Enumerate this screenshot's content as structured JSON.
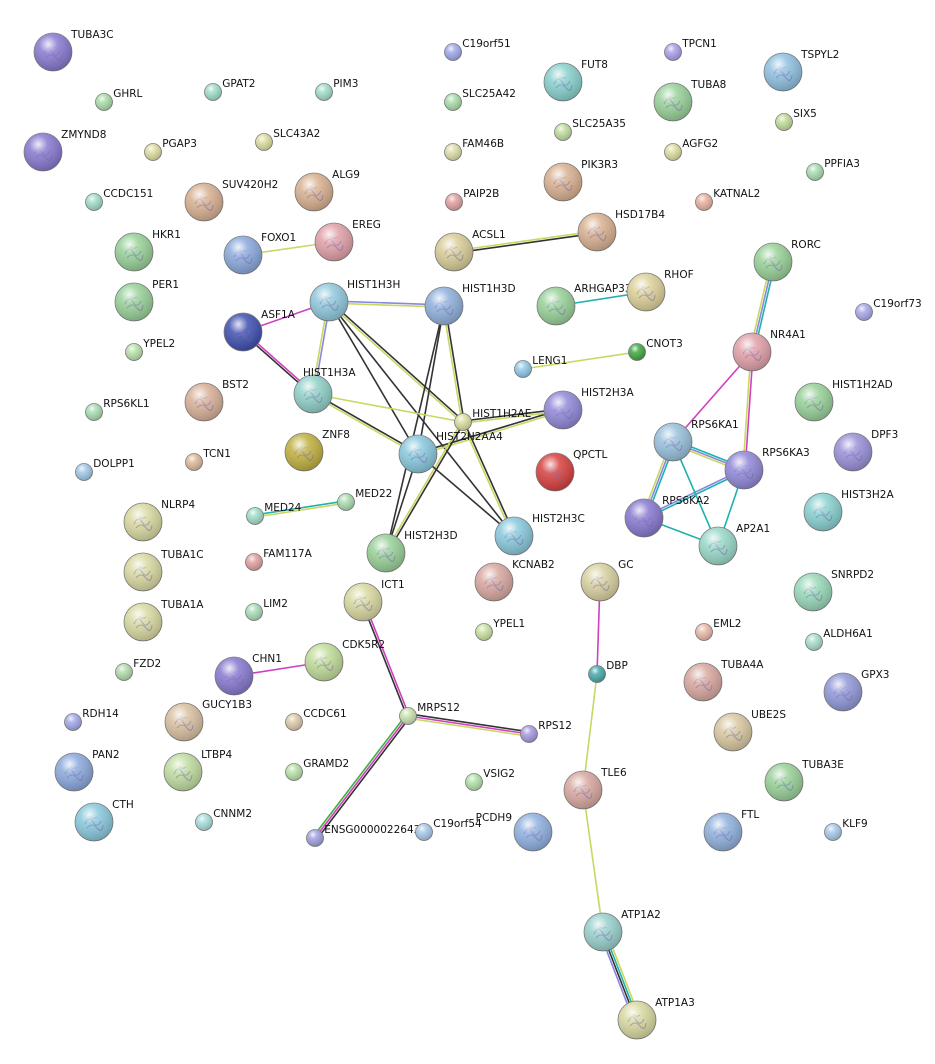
{
  "nodes": [
    {
      "id": "TUBA3C",
      "color": "#8878d0",
      "big": true
    },
    {
      "id": "GHRL",
      "color": "#a8dca8",
      "big": false
    },
    {
      "id": "GPAT2",
      "color": "#a0dcc8",
      "big": false
    },
    {
      "id": "PIM3",
      "color": "#a0dcc8",
      "big": false
    },
    {
      "id": "C19orf51",
      "color": "#a0a8e8",
      "big": false
    },
    {
      "id": "TPCN1",
      "color": "#a8a0e8",
      "big": false
    },
    {
      "id": "FUT8",
      "color": "#88d0cc",
      "big": true
    },
    {
      "id": "TSPYL2",
      "color": "#90c0e0",
      "big": true
    },
    {
      "id": "TUBA8",
      "color": "#98d098",
      "big": true
    },
    {
      "id": "SLC25A42",
      "color": "#a8dca8",
      "big": false
    },
    {
      "id": "SIX5",
      "color": "#c0dc98",
      "big": false
    },
    {
      "id": "ZMYND8",
      "color": "#8878d0",
      "big": true
    },
    {
      "id": "PGAP3",
      "color": "#dcdca0",
      "big": false
    },
    {
      "id": "SLC43A2",
      "color": "#dcdca0",
      "big": false
    },
    {
      "id": "FAM46B",
      "color": "#dcdca8",
      "big": false
    },
    {
      "id": "SLC25A35",
      "color": "#c0dca0",
      "big": false
    },
    {
      "id": "AGFG2",
      "color": "#dcdca0",
      "big": false
    },
    {
      "id": "PPFIA3",
      "color": "#a8dcb0",
      "big": false
    },
    {
      "id": "CCDC151",
      "color": "#a0dcc8",
      "big": false
    },
    {
      "id": "SUV420H2",
      "color": "#d8b090",
      "big": true
    },
    {
      "id": "ALG9",
      "color": "#d8b090",
      "big": true
    },
    {
      "id": "PAIP2B",
      "color": "#e0a0a0",
      "big": false
    },
    {
      "id": "PIK3R3",
      "color": "#d8b090",
      "big": true
    },
    {
      "id": "KATNAL2",
      "color": "#e8b0a0",
      "big": false
    },
    {
      "id": "HSD17B4",
      "color": "#d8b090",
      "big": true
    },
    {
      "id": "HKR1",
      "color": "#98d098",
      "big": true
    },
    {
      "id": "FOXO1",
      "color": "#8aa8dc",
      "big": true
    },
    {
      "id": "EREG",
      "color": "#e0a0a8",
      "big": true
    },
    {
      "id": "ACSL1",
      "color": "#d8cc98",
      "big": true
    },
    {
      "id": "RORC",
      "color": "#98d098",
      "big": true
    },
    {
      "id": "PER1",
      "color": "#98d098",
      "big": true
    },
    {
      "id": "HIST1H3H",
      "color": "#90c8dc",
      "big": true
    },
    {
      "id": "HIST1H3D",
      "color": "#90b0dc",
      "big": true
    },
    {
      "id": "ARHGAP33",
      "color": "#98d098",
      "big": true
    },
    {
      "id": "RHOF",
      "color": "#dcd098",
      "big": true
    },
    {
      "id": "C19orf73",
      "color": "#a8a8e8",
      "big": false
    },
    {
      "id": "ASF1A",
      "color": "#4050b0",
      "big": true
    },
    {
      "id": "YPEL2",
      "color": "#b8e0a8",
      "big": false
    },
    {
      "id": "CNOT3",
      "color": "#40a840",
      "big": false
    },
    {
      "id": "NR4A1",
      "color": "#e0a0a8",
      "big": true
    },
    {
      "id": "LENG1",
      "color": "#90c8e8",
      "big": false
    },
    {
      "id": "HIST1H3A",
      "color": "#90d0c8",
      "big": true
    },
    {
      "id": "BST2",
      "color": "#d8b098",
      "big": true
    },
    {
      "id": "HIST2H3A",
      "color": "#9088d8",
      "big": true
    },
    {
      "id": "HIST1H2AE",
      "color": "#dcdca0",
      "big": false
    },
    {
      "id": "HIST1H2AD",
      "color": "#98d098",
      "big": true
    },
    {
      "id": "RPS6KL1",
      "color": "#a8dcb0",
      "big": false
    },
    {
      "id": "RPS6KA1",
      "color": "#98c0dc",
      "big": true
    },
    {
      "id": "DPF3",
      "color": "#9890d8",
      "big": true
    },
    {
      "id": "TCN1",
      "color": "#dcb898",
      "big": false
    },
    {
      "id": "ZNF8",
      "color": "#c0b040",
      "big": true
    },
    {
      "id": "HIST2H2AA4",
      "color": "#88c8dc",
      "big": true
    },
    {
      "id": "QPCTL",
      "color": "#d84040",
      "big": true
    },
    {
      "id": "RPS6KA3",
      "color": "#9088d8",
      "big": true
    },
    {
      "id": "DOLPP1",
      "color": "#a0c8e8",
      "big": false
    },
    {
      "id": "HIST3H2A",
      "color": "#88d0d0",
      "big": true
    },
    {
      "id": "NLRP4",
      "color": "#d8d8a0",
      "big": true
    },
    {
      "id": "MED22",
      "color": "#a8dcb0",
      "big": false
    },
    {
      "id": "MED24",
      "color": "#a0dcc8",
      "big": false
    },
    {
      "id": "RPS6KA2",
      "color": "#8878d0",
      "big": true
    },
    {
      "id": "HIST2H3C",
      "color": "#88c8dc",
      "big": true
    },
    {
      "id": "AP2A1",
      "color": "#98d8c8",
      "big": true
    },
    {
      "id": "HIST2H3D",
      "color": "#98d098",
      "big": true
    },
    {
      "id": "TUBA1C",
      "color": "#d8d8a0",
      "big": true
    },
    {
      "id": "FAM117A",
      "color": "#e0a0a0",
      "big": false
    },
    {
      "id": "KCNAB2",
      "color": "#d8a8a0",
      "big": true
    },
    {
      "id": "GC",
      "color": "#d8d0a0",
      "big": true
    },
    {
      "id": "ICT1",
      "color": "#d8d8a0",
      "big": true
    },
    {
      "id": "SNRPD2",
      "color": "#98d8b8",
      "big": true
    },
    {
      "id": "TUBA1A",
      "color": "#d8d8a0",
      "big": true
    },
    {
      "id": "LIM2",
      "color": "#a8dcb8",
      "big": false
    },
    {
      "id": "EML2",
      "color": "#e8b8a8",
      "big": false
    },
    {
      "id": "YPEL1",
      "color": "#c8e0a0",
      "big": false
    },
    {
      "id": "ALDH6A1",
      "color": "#a8dcc8",
      "big": false
    },
    {
      "id": "CDK5R2",
      "color": "#c0dc98",
      "big": true
    },
    {
      "id": "FZD2",
      "color": "#b0dca8",
      "big": false
    },
    {
      "id": "CHN1",
      "color": "#8878d0",
      "big": true
    },
    {
      "id": "DBP",
      "color": "#48a8a8",
      "big": false
    },
    {
      "id": "TUBA4A",
      "color": "#d8a8a0",
      "big": true
    },
    {
      "id": "GPX3",
      "color": "#9098d8",
      "big": true
    },
    {
      "id": "GUCY1B3",
      "color": "#d8c0a0",
      "big": true
    },
    {
      "id": "MRPS12",
      "color": "#c8e0b0",
      "big": false
    },
    {
      "id": "RDH14",
      "color": "#a0a8e8",
      "big": false
    },
    {
      "id": "CCDC61",
      "color": "#dcc8a8",
      "big": false
    },
    {
      "id": "UBE2S",
      "color": "#d8c8a0",
      "big": true
    },
    {
      "id": "RPS12",
      "color": "#a898e0",
      "big": false
    },
    {
      "id": "PAN2",
      "color": "#8aa8dc",
      "big": true
    },
    {
      "id": "LTBP4",
      "color": "#c0dca0",
      "big": true
    },
    {
      "id": "GRAMD2",
      "color": "#b8e0a8",
      "big": false
    },
    {
      "id": "VSIG2",
      "color": "#b0e0a8",
      "big": false
    },
    {
      "id": "TLE6",
      "color": "#d8a8a0",
      "big": true
    },
    {
      "id": "TUBA3E",
      "color": "#98d098",
      "big": true
    },
    {
      "id": "CTH",
      "color": "#88c8dc",
      "big": true
    },
    {
      "id": "CNNM2",
      "color": "#a8dcdc",
      "big": false
    },
    {
      "id": "ENSG00000226439",
      "color": "#a0a0e0",
      "big": false
    },
    {
      "id": "C19orf54",
      "color": "#a8c8e8",
      "big": false
    },
    {
      "id": "PCDH9",
      "color": "#90b0e0",
      "big": true
    },
    {
      "id": "FTL",
      "color": "#90b0dc",
      "big": true
    },
    {
      "id": "KLF9",
      "color": "#a8c8e8",
      "big": false
    },
    {
      "id": "ATP1A2",
      "color": "#98d0cc",
      "big": true
    },
    {
      "id": "ATP1A3",
      "color": "#d8d8a0",
      "big": true
    }
  ],
  "edges": [
    {
      "a": "FOXO1",
      "b": "EREG",
      "colors": [
        "#c8d860"
      ]
    },
    {
      "a": "ACSL1",
      "b": "HSD17B4",
      "colors": [
        "#c8d860",
        "#333333"
      ]
    },
    {
      "a": "ARHGAP33",
      "b": "RHOF",
      "colors": [
        "#20b0b0"
      ]
    },
    {
      "a": "LENG1",
      "b": "CNOT3",
      "colors": [
        "#c8d860"
      ]
    },
    {
      "a": "MED24",
      "b": "MED22",
      "colors": [
        "#20b0b0",
        "#c8d860"
      ]
    },
    {
      "a": "ASF1A",
      "b": "HIST1H3H",
      "colors": [
        "#d040c0"
      ]
    },
    {
      "a": "ASF1A",
      "b": "HIST1H3A",
      "colors": [
        "#d040c0",
        "#333333"
      ]
    },
    {
      "a": "HIST1H3H",
      "b": "HIST1H3D",
      "colors": [
        "#8888dd",
        "#c8d860"
      ]
    },
    {
      "a": "HIST1H3H",
      "b": "HIST1H3A",
      "colors": [
        "#8888dd",
        "#c8d860"
      ]
    },
    {
      "a": "HIST1H3H",
      "b": "HIST1H2AE",
      "colors": [
        "#333333",
        "#c8d860"
      ]
    },
    {
      "a": "HIST1H3H",
      "b": "HIST2H2AA4",
      "colors": [
        "#333333"
      ]
    },
    {
      "a": "HIST1H3H",
      "b": "HIST2H3C",
      "colors": [
        "#333333"
      ]
    },
    {
      "a": "HIST1H3D",
      "b": "HIST1H2AE",
      "colors": [
        "#333333",
        "#c8d860"
      ]
    },
    {
      "a": "HIST1H3D",
      "b": "HIST2H2AA4",
      "colors": [
        "#333333"
      ]
    },
    {
      "a": "HIST1H3D",
      "b": "HIST2H3D",
      "colors": [
        "#333333"
      ]
    },
    {
      "a": "HIST1H3A",
      "b": "HIST1H2AE",
      "colors": [
        "#c8d860"
      ]
    },
    {
      "a": "HIST1H3A",
      "b": "HIST2H2AA4",
      "colors": [
        "#333333",
        "#c8d860"
      ]
    },
    {
      "a": "HIST2H2AA4",
      "b": "HIST2H3A",
      "colors": [
        "#333333",
        "#c8d860"
      ]
    },
    {
      "a": "HIST1H2AE",
      "b": "HIST2H3A",
      "colors": [
        "#333333",
        "#c8d860"
      ]
    },
    {
      "a": "HIST1H2AE",
      "b": "HIST2H3D",
      "colors": [
        "#333333",
        "#c8d860"
      ]
    },
    {
      "a": "HIST1H2AE",
      "b": "HIST2H3C",
      "colors": [
        "#333333",
        "#c8d860"
      ]
    },
    {
      "a": "HIST2H2AA4",
      "b": "HIST2H3D",
      "colors": [
        "#333333"
      ]
    },
    {
      "a": "HIST2H2AA4",
      "b": "HIST2H3C",
      "colors": [
        "#333333"
      ]
    },
    {
      "a": "RORC",
      "b": "NR4A1",
      "colors": [
        "#20b0b0",
        "#8888dd",
        "#c8d860"
      ]
    },
    {
      "a": "NR4A1",
      "b": "RPS6KA1",
      "colors": [
        "#d040c0"
      ]
    },
    {
      "a": "NR4A1",
      "b": "RPS6KA3",
      "colors": [
        "#d040c0",
        "#c8d860"
      ]
    },
    {
      "a": "RPS6KA1",
      "b": "RPS6KA3",
      "colors": [
        "#20b0b0",
        "#8888dd",
        "#c8d860"
      ]
    },
    {
      "a": "RPS6KA1",
      "b": "RPS6KA2",
      "colors": [
        "#20b0b0",
        "#8888dd",
        "#c8d860"
      ]
    },
    {
      "a": "RPS6KA3",
      "b": "RPS6KA2",
      "colors": [
        "#20b0b0",
        "#8888dd"
      ]
    },
    {
      "a": "RPS6KA1",
      "b": "AP2A1",
      "colors": [
        "#20b0b0"
      ]
    },
    {
      "a": "RPS6KA3",
      "b": "AP2A1",
      "colors": [
        "#20b0b0"
      ]
    },
    {
      "a": "RPS6KA2",
      "b": "AP2A1",
      "colors": [
        "#20b0b0"
      ]
    },
    {
      "a": "CHN1",
      "b": "CDK5R2",
      "colors": [
        "#d040c0"
      ]
    },
    {
      "a": "ICT1",
      "b": "MRPS12",
      "colors": [
        "#d040c0",
        "#333333"
      ]
    },
    {
      "a": "MRPS12",
      "b": "RPS12",
      "colors": [
        "#333333",
        "#d040c0",
        "#c8d860"
      ]
    },
    {
      "a": "MRPS12",
      "b": "ENSG00000226439",
      "colors": [
        "#333333",
        "#d040c0",
        "#40b040"
      ]
    },
    {
      "a": "GC",
      "b": "DBP",
      "colors": [
        "#d040c0"
      ]
    },
    {
      "a": "DBP",
      "b": "TLE6",
      "colors": [
        "#c8d860"
      ]
    },
    {
      "a": "TLE6",
      "b": "ATP1A2",
      "colors": [
        "#c8d860"
      ]
    },
    {
      "a": "ATP1A2",
      "b": "ATP1A3",
      "colors": [
        "#c8d860",
        "#20b0b0",
        "#333333",
        "#8888dd"
      ]
    }
  ]
}
